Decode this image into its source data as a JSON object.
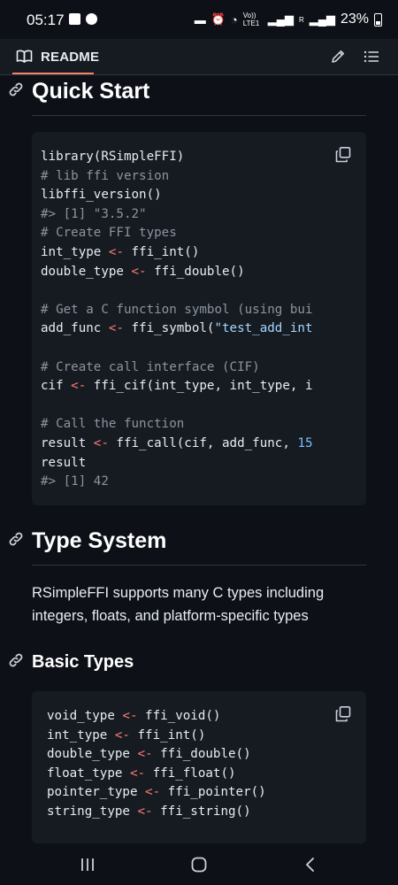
{
  "status_bar": {
    "time": "05:17",
    "lte": "Vo)) LTE1",
    "sim": "R",
    "battery": "23%"
  },
  "tab_bar": {
    "readme_label": "README"
  },
  "sections": {
    "quick_start": {
      "title": "Quick Start",
      "code": [
        [
          {
            "t": "library(RSimpleFFI)",
            "c": "plain"
          }
        ],
        [
          {
            "t": "# lib ffi version",
            "c": "com"
          }
        ],
        [
          {
            "t": "libffi_version()",
            "c": "plain"
          }
        ],
        [
          {
            "t": "#> [1] \"3.5.2\"",
            "c": "com"
          }
        ],
        [
          {
            "t": "# Create FFI types",
            "c": "com"
          }
        ],
        [
          {
            "t": "int_type ",
            "c": "plain"
          },
          {
            "t": "<-",
            "c": "op"
          },
          {
            "t": " ffi_int()",
            "c": "plain"
          }
        ],
        [
          {
            "t": "double_type ",
            "c": "plain"
          },
          {
            "t": "<-",
            "c": "op"
          },
          {
            "t": " ffi_double()",
            "c": "plain"
          }
        ],
        [],
        [
          {
            "t": "# Get a C function symbol (using bui",
            "c": "com"
          }
        ],
        [
          {
            "t": "add_func ",
            "c": "plain"
          },
          {
            "t": "<-",
            "c": "op"
          },
          {
            "t": " ffi_symbol(",
            "c": "plain"
          },
          {
            "t": "\"test_add_int",
            "c": "str"
          }
        ],
        [],
        [
          {
            "t": "# Create call interface (CIF)",
            "c": "com"
          }
        ],
        [
          {
            "t": "cif ",
            "c": "plain"
          },
          {
            "t": "<-",
            "c": "op"
          },
          {
            "t": " ffi_cif(int_type, int_type, i",
            "c": "plain"
          }
        ],
        [],
        [
          {
            "t": "# Call the function",
            "c": "com"
          }
        ],
        [
          {
            "t": "result ",
            "c": "plain"
          },
          {
            "t": "<-",
            "c": "op"
          },
          {
            "t": " ffi_call(cif, add_func, ",
            "c": "plain"
          },
          {
            "t": "15",
            "c": "num"
          }
        ],
        [
          {
            "t": "result",
            "c": "plain"
          }
        ],
        [
          {
            "t": "#> [1] 42",
            "c": "com"
          }
        ]
      ]
    },
    "type_system": {
      "title": "Type System",
      "paragraph": "RSimpleFFI supports many C types including integers, floats, and platform-specific types"
    },
    "basic_types": {
      "title": "Basic Types",
      "code": [
        [
          {
            "t": "void_type ",
            "c": "plain"
          },
          {
            "t": "<-",
            "c": "op"
          },
          {
            "t": " ffi_void()",
            "c": "plain"
          }
        ],
        [
          {
            "t": "int_type ",
            "c": "plain"
          },
          {
            "t": "<-",
            "c": "op"
          },
          {
            "t": " ffi_int()",
            "c": "plain"
          }
        ],
        [
          {
            "t": "double_type ",
            "c": "plain"
          },
          {
            "t": "<-",
            "c": "op"
          },
          {
            "t": " ffi_double()",
            "c": "plain"
          }
        ],
        [
          {
            "t": "float_type ",
            "c": "plain"
          },
          {
            "t": "<-",
            "c": "op"
          },
          {
            "t": " ffi_float()",
            "c": "plain"
          }
        ],
        [
          {
            "t": "pointer_type ",
            "c": "plain"
          },
          {
            "t": "<-",
            "c": "op"
          },
          {
            "t": " ffi_pointer()",
            "c": "plain"
          }
        ],
        [
          {
            "t": "string_type ",
            "c": "plain"
          },
          {
            "t": "<-",
            "c": "op"
          },
          {
            "t": " ffi_string()",
            "c": "plain"
          }
        ]
      ]
    }
  },
  "colors": {
    "background": "#0d1117",
    "code_bg": "#161b22",
    "operator": "#ff7b72",
    "string": "#a5d6ff",
    "number": "#79c0ff",
    "comment": "#8b949e",
    "tab_accent": "#f78166"
  }
}
